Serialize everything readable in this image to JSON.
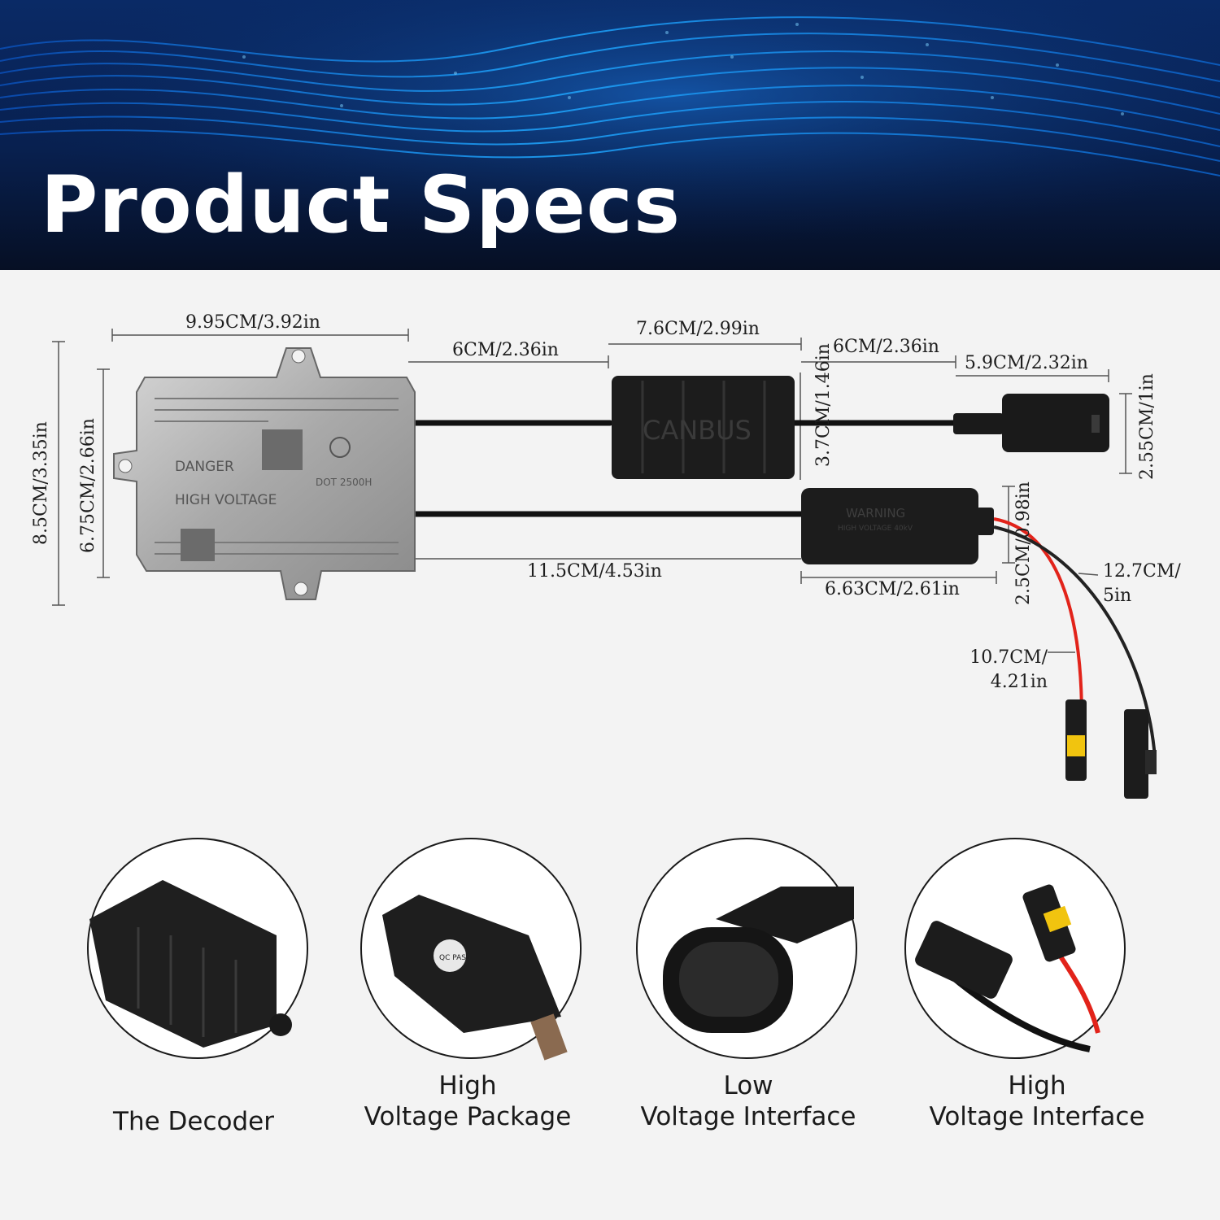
{
  "banner": {
    "title": "Product Specs"
  },
  "dimensions": {
    "ballast_width": "9.95CM/3.92in",
    "ballast_height_outer": "8.5CM/3.35in",
    "ballast_height_inner": "6.75CM/2.66in",
    "cable_top_1": "6CM/2.36in",
    "decoder_width": "7.6CM/2.99in",
    "cable_top_2": "6CM/2.36in",
    "connector_width": "5.9CM/2.32in",
    "connector_height": "2.55CM/1in",
    "decoder_height": "3.7CM/1.46in",
    "cable_bottom": "11.5CM/4.53in",
    "package_width": "6.63CM/2.61in",
    "package_height": "2.5CM/0.98in",
    "wire_black": "12.7CM/ 5in",
    "wire_red": "10.7CM/ 4.21in"
  },
  "decoder_label": "CANBUS",
  "ballast_labels": {
    "danger": "DANGER",
    "high_voltage": "HIGH VOLTAGE",
    "dot": "DOT 2500H"
  },
  "package_labels": {
    "warning": "WARNING",
    "sub": "HIGH VOLTAGE 40kV",
    "qc": "QC PASS"
  },
  "details": [
    {
      "lines": [
        "The Decoder"
      ]
    },
    {
      "lines": [
        "High",
        "Voltage Package"
      ]
    },
    {
      "lines": [
        "Low",
        "Voltage Interface"
      ]
    },
    {
      "lines": [
        "High",
        "Voltage Interface"
      ]
    }
  ]
}
